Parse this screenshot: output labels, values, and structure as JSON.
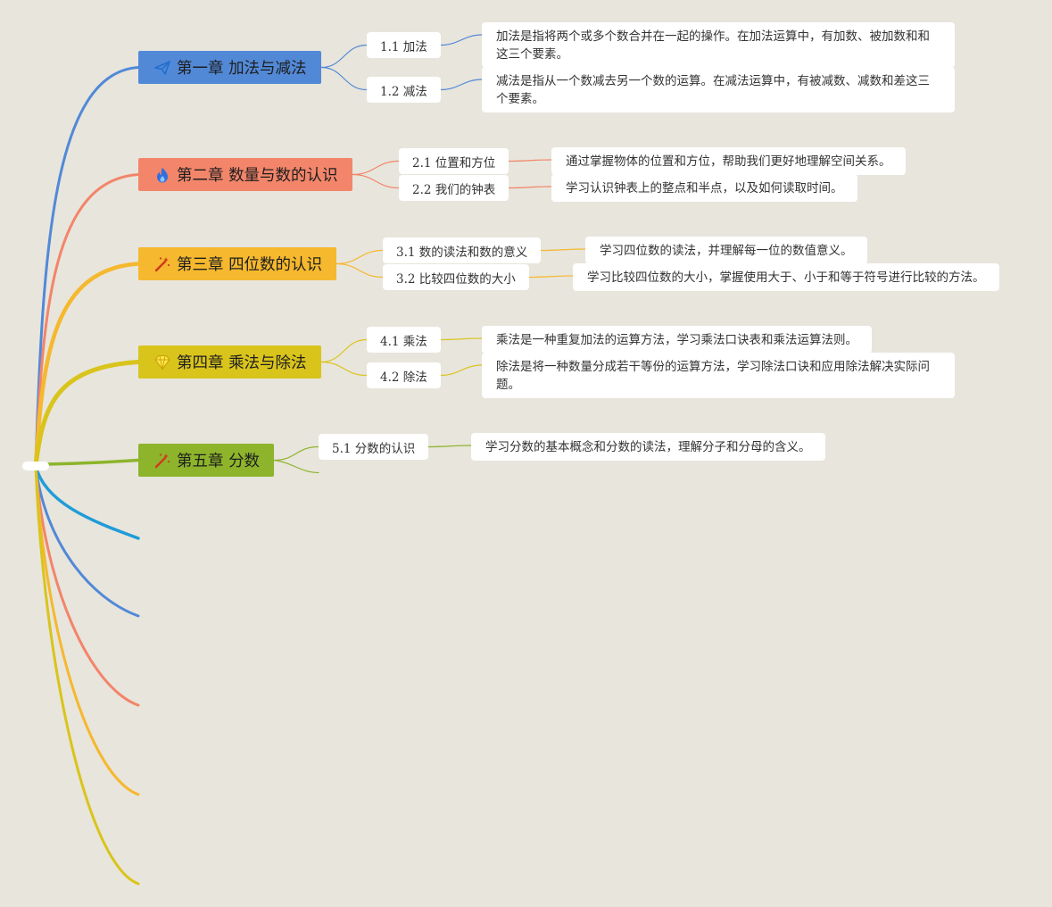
{
  "chapters": [
    {
      "title": "第一章 加法与减法",
      "icon": "paper-plane-icon",
      "color": "#5289d7",
      "topics": [
        {
          "label": "1.1 加法",
          "desc": "加法是指将两个或多个数合并在一起的操作。在加法运算中，有加数、被加数和和这三个要素。"
        },
        {
          "label": "1.2 减法",
          "desc": "减法是指从一个数减去另一个数的运算。在减法运算中，有被减数、减数和差这三个要素。"
        }
      ]
    },
    {
      "title": "第二章 数量与数的认识",
      "icon": "flame-icon",
      "color": "#f2856a",
      "topics": [
        {
          "label": "2.1 位置和方位",
          "desc": "通过掌握物体的位置和方位，帮助我们更好地理解空间关系。"
        },
        {
          "label": "2.2 我们的钟表",
          "desc": "学习认识钟表上的整点和半点，以及如何读取时间。"
        }
      ]
    },
    {
      "title": "第三章 四位数的认识",
      "icon": "magic-wand-icon",
      "color": "#f5b82e",
      "topics": [
        {
          "label": "3.1 数的读法和数的意义",
          "desc": "学习四位数的读法，并理解每一位的数值意义。"
        },
        {
          "label": "3.2 比较四位数的大小",
          "desc": "学习比较四位数的大小，掌握使用大于、小于和等于符号进行比较的方法。"
        }
      ]
    },
    {
      "title": "第四章 乘法与除法",
      "icon": "diamond-icon",
      "color": "#d9c41c",
      "topics": [
        {
          "label": "4.1 乘法",
          "desc": "乘法是一种重复加法的运算方法，学习乘法口诀表和乘法运算法则。"
        },
        {
          "label": "4.2 除法",
          "desc": "除法是将一种数量分成若干等份的运算方法，学习除法口诀和应用除法解决实际问题。"
        }
      ]
    },
    {
      "title": "第五章 分数",
      "icon": "magic-wand-icon",
      "color": "#8db42b",
      "topics": [
        {
          "label": "5.1 分数的认识",
          "desc": "学习分数的基本概念和分数的读法，理解分子和分母的含义。"
        }
      ]
    }
  ],
  "extra_branch_colors": [
    "#1f9cd8",
    "#5289d7",
    "#f2856a",
    "#f5b82e",
    "#d9c41c"
  ]
}
